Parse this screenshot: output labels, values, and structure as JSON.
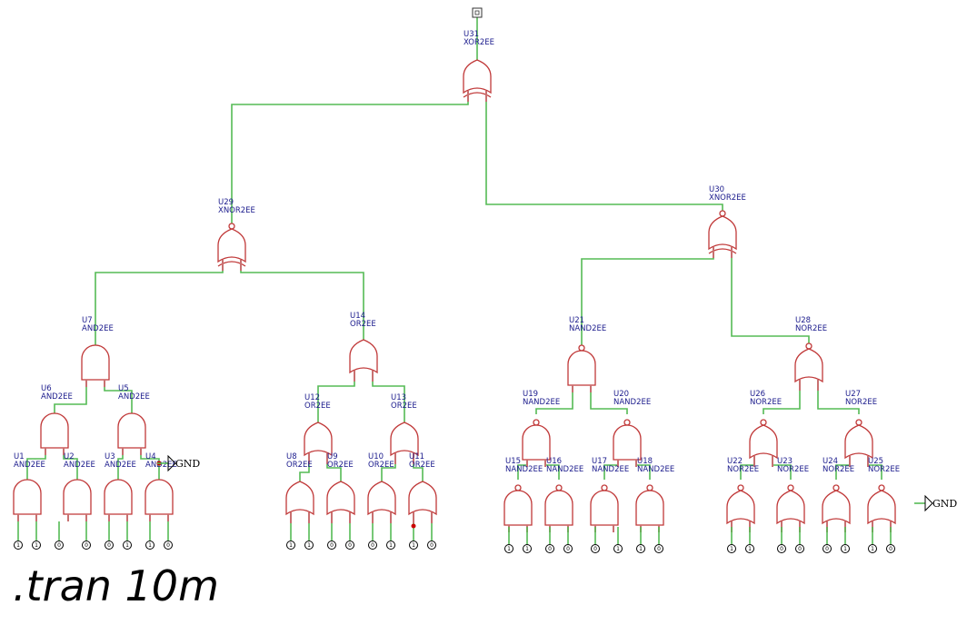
{
  "schematic": {
    "output_probe": {
      "symbol": "output-port"
    },
    "gates": [
      {
        "ref": "U31",
        "type": "XOR2EE",
        "kind": "xor"
      },
      {
        "ref": "U29",
        "type": "XNOR2EE",
        "kind": "xnor"
      },
      {
        "ref": "U30",
        "type": "XNOR2EE",
        "kind": "xnor"
      },
      {
        "ref": "U7",
        "type": "AND2EE",
        "kind": "and"
      },
      {
        "ref": "U6",
        "type": "AND2EE",
        "kind": "and"
      },
      {
        "ref": "U5",
        "type": "AND2EE",
        "kind": "and"
      },
      {
        "ref": "U1",
        "type": "AND2EE",
        "kind": "and"
      },
      {
        "ref": "U2",
        "type": "AND2EE",
        "kind": "and"
      },
      {
        "ref": "U3",
        "type": "AND2EE",
        "kind": "and"
      },
      {
        "ref": "U4",
        "type": "AND2EE",
        "kind": "and"
      },
      {
        "ref": "U14",
        "type": "OR2EE",
        "kind": "or"
      },
      {
        "ref": "U12",
        "type": "OR2EE",
        "kind": "or"
      },
      {
        "ref": "U13",
        "type": "OR2EE",
        "kind": "or"
      },
      {
        "ref": "U8",
        "type": "OR2EE",
        "kind": "or"
      },
      {
        "ref": "U9",
        "type": "OR2EE",
        "kind": "or"
      },
      {
        "ref": "U10",
        "type": "OR2EE",
        "kind": "or"
      },
      {
        "ref": "U11",
        "type": "OR2EE",
        "kind": "or"
      },
      {
        "ref": "U21",
        "type": "NAND2EE",
        "kind": "nand"
      },
      {
        "ref": "U19",
        "type": "NAND2EE",
        "kind": "nand"
      },
      {
        "ref": "U20",
        "type": "NAND2EE",
        "kind": "nand"
      },
      {
        "ref": "U15",
        "type": "NAND2EE",
        "kind": "nand"
      },
      {
        "ref": "U16",
        "type": "NAND2EE",
        "kind": "nand"
      },
      {
        "ref": "U17",
        "type": "NAND2EE",
        "kind": "nand"
      },
      {
        "ref": "U18",
        "type": "NAND2EE",
        "kind": "nand"
      },
      {
        "ref": "U28",
        "type": "NOR2EE",
        "kind": "nor"
      },
      {
        "ref": "U26",
        "type": "NOR2EE",
        "kind": "nor"
      },
      {
        "ref": "U27",
        "type": "NOR2EE",
        "kind": "nor"
      },
      {
        "ref": "U22",
        "type": "NOR2EE",
        "kind": "nor"
      },
      {
        "ref": "U23",
        "type": "NOR2EE",
        "kind": "nor"
      },
      {
        "ref": "U24",
        "type": "NOR2EE",
        "kind": "nor"
      },
      {
        "ref": "U25",
        "type": "NOR2EE",
        "kind": "nor"
      }
    ],
    "input_groups": [
      {
        "gates": [
          "U1",
          "U2",
          "U3",
          "U4"
        ],
        "values": [
          "1",
          "1",
          "0",
          "0",
          "0",
          "1",
          "1",
          "0"
        ]
      },
      {
        "gates": [
          "U8",
          "U9",
          "U10",
          "U11"
        ],
        "values": [
          "1",
          "1",
          "0",
          "0",
          "0",
          "1",
          "1",
          "0"
        ]
      },
      {
        "gates": [
          "U15",
          "U16",
          "U17",
          "U18"
        ],
        "values": [
          "1",
          "1",
          "0",
          "0",
          "0",
          "1",
          "1",
          "0"
        ]
      },
      {
        "gates": [
          "U22",
          "U23",
          "U24",
          "U25"
        ],
        "values": [
          "1",
          "1",
          "0",
          "0",
          "0",
          "1",
          "1",
          "0"
        ]
      }
    ],
    "ground_labels": [
      "GND",
      "GND"
    ],
    "directive": ".tran 10m"
  }
}
